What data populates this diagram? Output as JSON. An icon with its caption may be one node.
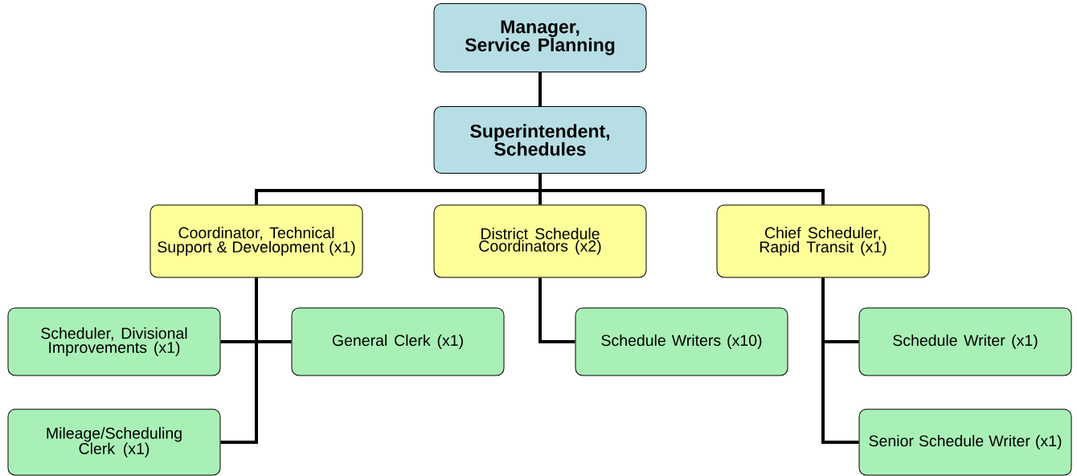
{
  "diagram": {
    "nodes": [
      {
        "text": [
          "Manager, Service Planning"
        ]
      },
      {
        "text": [
          "Superintendent, Schedules"
        ]
      },
      {
        "text": [
          "Coordinator, Technical Support & Development (x1)"
        ]
      },
      {
        "text": [
          "District Schedule Coordinators (x2)"
        ]
      },
      {
        "text": [
          "Chief Scheduler, Rapid Transit (x1)"
        ]
      },
      {
        "text": [
          "Scheduler, Divisional Improvements (x1)"
        ]
      },
      {
        "text": [
          "General Clerk (x1)"
        ]
      },
      {
        "text": [
          "Schedule Writers (x10)"
        ]
      },
      {
        "text": [
          "Schedule Writer (x1)"
        ]
      },
      {
        "text": [
          "Mileage/Scheduling Clerk (x1)"
        ]
      },
      {
        "text": [
          "Senior Schedule Writer (x1)"
        ]
      }
    ],
    "edges": [
      {
        "from": 0,
        "to": 1,
        "arrow": "none"
      },
      {
        "from": 1,
        "to": 2,
        "arrow": "none"
      },
      {
        "from": 1,
        "to": 3,
        "arrow": "none"
      },
      {
        "from": 1,
        "to": 4,
        "arrow": "none"
      },
      {
        "from": 2,
        "to": 5,
        "arrow": "none"
      },
      {
        "from": 2,
        "to": 6,
        "arrow": "none"
      },
      {
        "from": 2,
        "to": 9,
        "arrow": "none"
      },
      {
        "from": 3,
        "to": 7,
        "arrow": "none"
      },
      {
        "from": 4,
        "to": 8,
        "arrow": "none"
      },
      {
        "from": 4,
        "to": 10,
        "arrow": "none"
      }
    ]
  }
}
